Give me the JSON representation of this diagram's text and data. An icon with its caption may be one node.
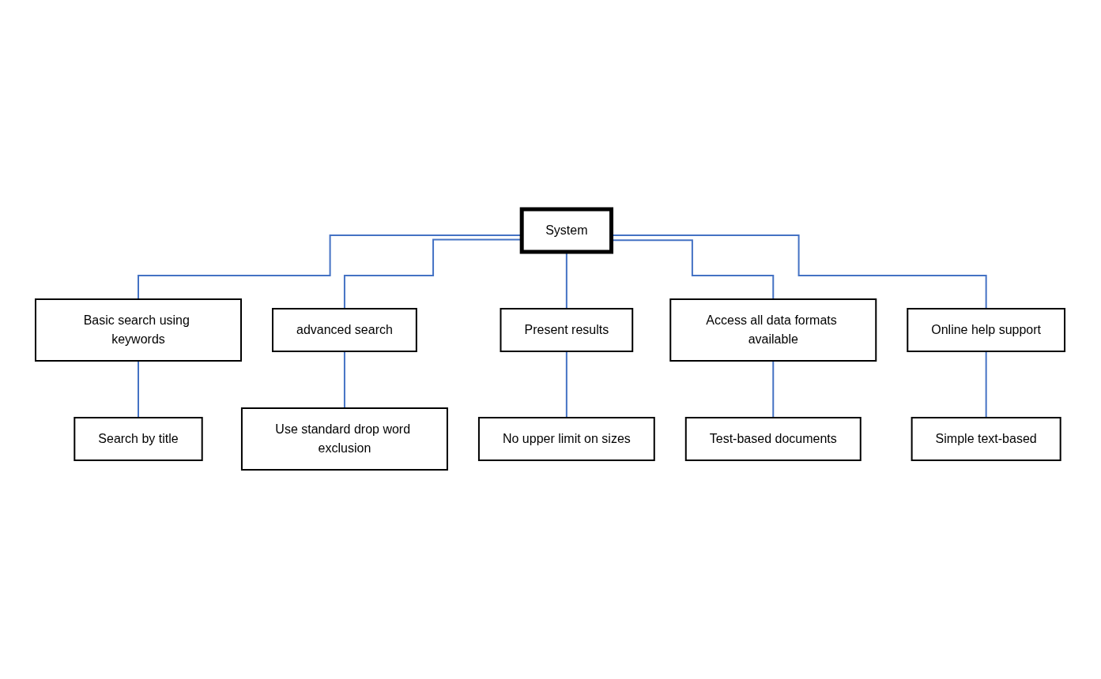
{
  "diagram": {
    "nodes": [
      {
        "text": [
          "System"
        ]
      },
      {
        "text": [
          "Basic search using keywords"
        ]
      },
      {
        "text": [
          "advanced search"
        ]
      },
      {
        "text": [
          "Present results"
        ]
      },
      {
        "text": [
          "Access all data formats available"
        ]
      },
      {
        "text": [
          "Online help support"
        ]
      },
      {
        "text": [
          "Search by title"
        ]
      },
      {
        "text": [
          "Use standard drop word exclusion"
        ]
      },
      {
        "text": [
          "No upper limit on sizes"
        ]
      },
      {
        "text": [
          "Test-based documents"
        ]
      },
      {
        "text": [
          "Simple text-based"
        ]
      }
    ],
    "edges": [
      {
        "from": 0,
        "to": 1,
        "arrow": "none"
      },
      {
        "from": 0,
        "to": 2,
        "arrow": "none"
      },
      {
        "from": 0,
        "to": 3,
        "arrow": "none"
      },
      {
        "from": 0,
        "to": 4,
        "arrow": "none"
      },
      {
        "from": 0,
        "to": 5,
        "arrow": "none"
      },
      {
        "from": 1,
        "to": 6,
        "arrow": "none"
      },
      {
        "from": 2,
        "to": 7,
        "arrow": "none"
      },
      {
        "from": 3,
        "to": 8,
        "arrow": "none"
      },
      {
        "from": 4,
        "to": 9,
        "arrow": "none"
      },
      {
        "from": 5,
        "to": 10,
        "arrow": "none"
      }
    ]
  }
}
